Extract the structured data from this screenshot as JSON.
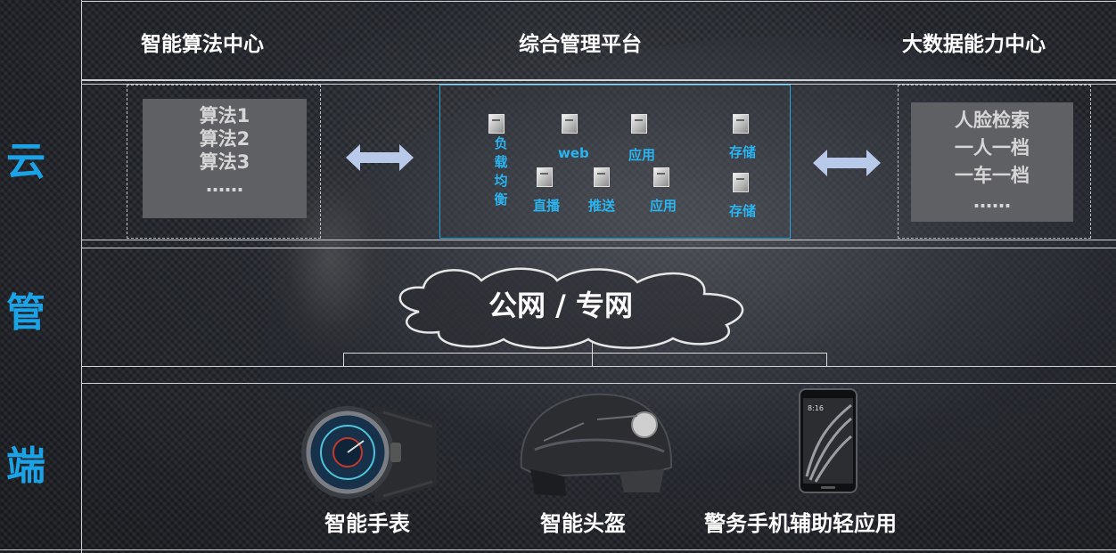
{
  "layers": {
    "cloud": "云",
    "pipe": "管",
    "edge": "端"
  },
  "header": {
    "left": "智能算法中心",
    "center": "综合管理平台",
    "right": "大数据能力中心"
  },
  "algorithms": [
    "算法1",
    "算法2",
    "算法3",
    "……"
  ],
  "platform": {
    "load_balance": "负载均衡",
    "web": "web",
    "app1": "应用",
    "storage1": "存储",
    "live": "直播",
    "push": "推送",
    "app2": "应用",
    "storage2": "存储"
  },
  "bigdata": [
    "人脸检索",
    "一人一档",
    "一车一档",
    "……"
  ],
  "network": "公网 / 专网",
  "devices": {
    "watch": "智能手表",
    "helmet": "智能头盔",
    "phone": "警务手机辅助轻应用"
  },
  "colors": {
    "accent": "#1aa3e6",
    "service_text": "#2ab4f0",
    "arrow": "#b9c9ea"
  }
}
